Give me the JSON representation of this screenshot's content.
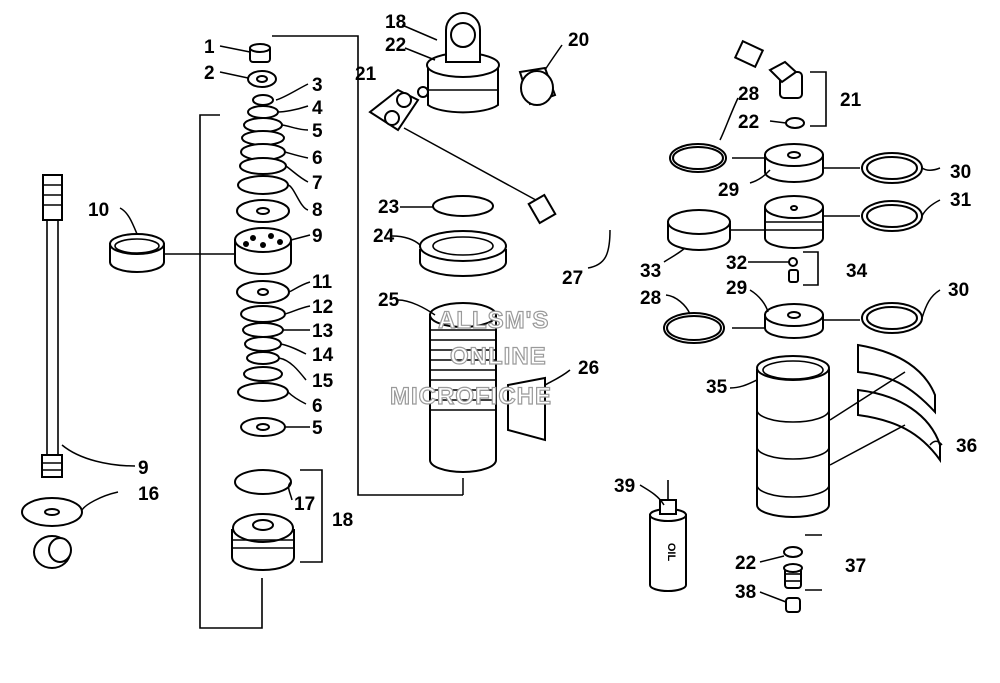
{
  "callouts": [
    "1",
    "2",
    "3",
    "4",
    "5",
    "6",
    "7",
    "8",
    "9",
    "10",
    "11",
    "12",
    "13",
    "14",
    "15",
    "6",
    "5",
    "9",
    "16",
    "17",
    "18",
    "18",
    "22",
    "21",
    "20",
    "23",
    "24",
    "25",
    "26",
    "27",
    "28",
    "22",
    "21",
    "29",
    "30",
    "31",
    "33",
    "32",
    "34",
    "28",
    "29",
    "30",
    "35",
    "36",
    "39",
    "22",
    "37",
    "38"
  ],
  "watermark": {
    "line1": "ALLSM'S",
    "line2": "ONLINE",
    "line3": "MICROFICHE"
  },
  "bottle_label": "OIL"
}
